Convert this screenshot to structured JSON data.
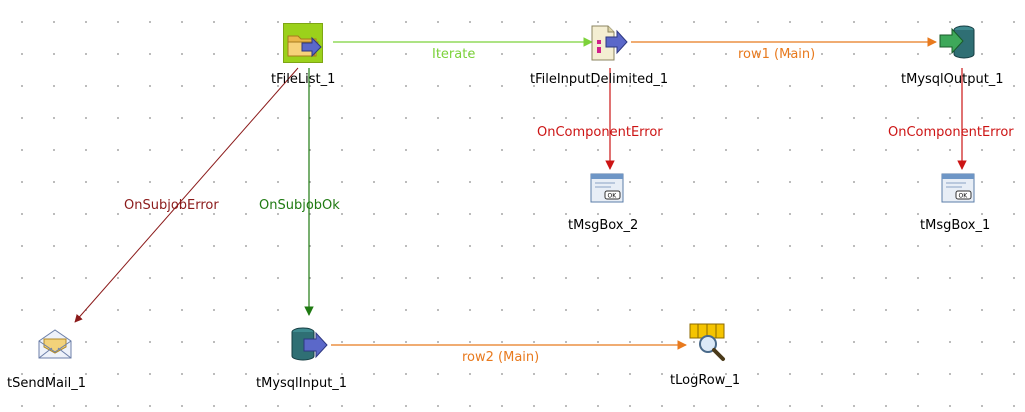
{
  "nodes": {
    "tfilelist": {
      "label": "tFileList_1",
      "icon": "folder-iterate-icon"
    },
    "tfileinputdelimited": {
      "label": "tFileInputDelimited_1",
      "icon": "delimited-file-input-icon"
    },
    "tmysqloutput": {
      "label": "tMysqlOutput_1",
      "icon": "mysql-output-icon"
    },
    "tmsgbox2": {
      "label": "tMsgBox_2",
      "icon": "message-box-icon"
    },
    "tmsgbox1": {
      "label": "tMsgBox_1",
      "icon": "message-box-icon"
    },
    "tsendmail": {
      "label": "tSendMail_1",
      "icon": "envelope-icon"
    },
    "tmysqlinput": {
      "label": "tMysqlInput_1",
      "icon": "mysql-input-icon"
    },
    "tlogrow": {
      "label": "tLogRow_1",
      "icon": "log-row-icon"
    }
  },
  "links": {
    "iterate": {
      "label": "Iterate",
      "color": "#7cd23a"
    },
    "row1": {
      "label": "row1 (Main)",
      "color": "#e87a1e"
    },
    "error_input": {
      "label": "OnComponentError",
      "color": "#cc1414"
    },
    "error_output": {
      "label": "OnComponentError",
      "color": "#cc1414"
    },
    "subjob_error": {
      "label": "OnSubjobError",
      "color": "#8b1a1a"
    },
    "subjob_ok": {
      "label": "OnSubjobOk",
      "color": "#1f7a12"
    },
    "row2": {
      "label": "row2 (Main)",
      "color": "#e87a1e"
    }
  }
}
